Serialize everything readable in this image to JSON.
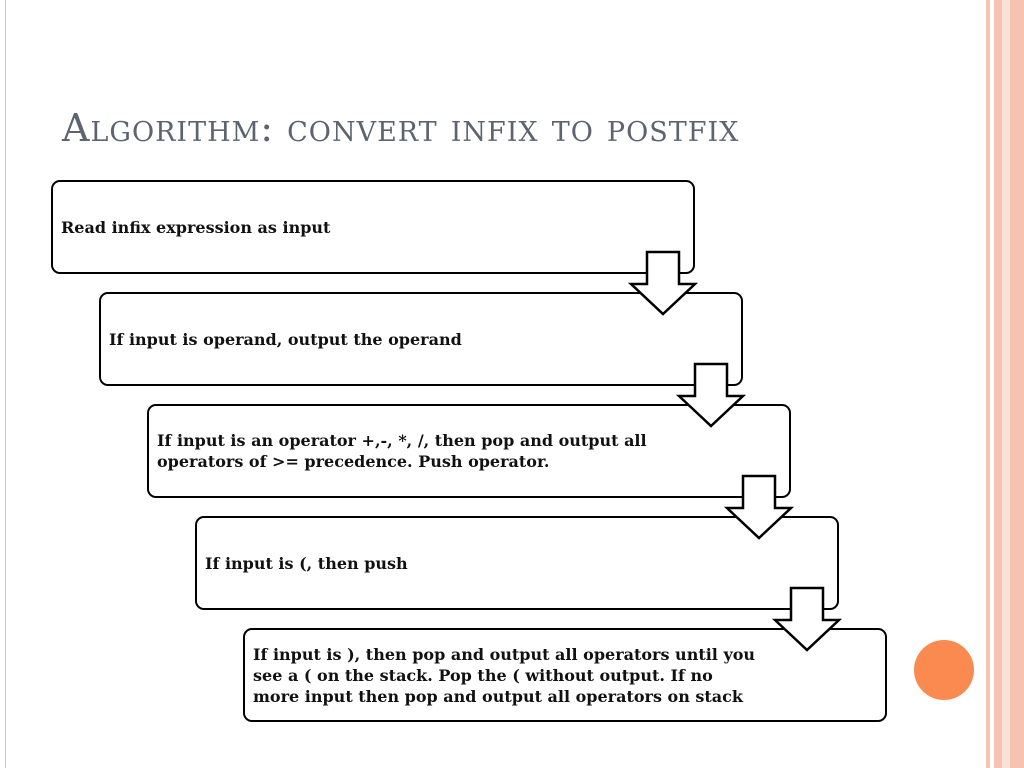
{
  "slide": {
    "title": "Algorithm: convert infix to postfix"
  },
  "steps": [
    {
      "text": "Read infix expression as input"
    },
    {
      "text": "If input is operand, output the operand"
    },
    {
      "text": "If input is an operator +,-, *, /, then pop and output all operators of  >= precedence. Push operator."
    },
    {
      "text": "If  input is (, then push"
    },
    {
      "text": "If input is ), then pop and output all operators until you see a ( on the stack. Pop the ( without output. If no more input then pop and output all operators on stack"
    }
  ],
  "colors": {
    "title": "#5c6470",
    "accent_circle": "#fa8a4f",
    "frame_stripe": "#f6c3b2"
  }
}
